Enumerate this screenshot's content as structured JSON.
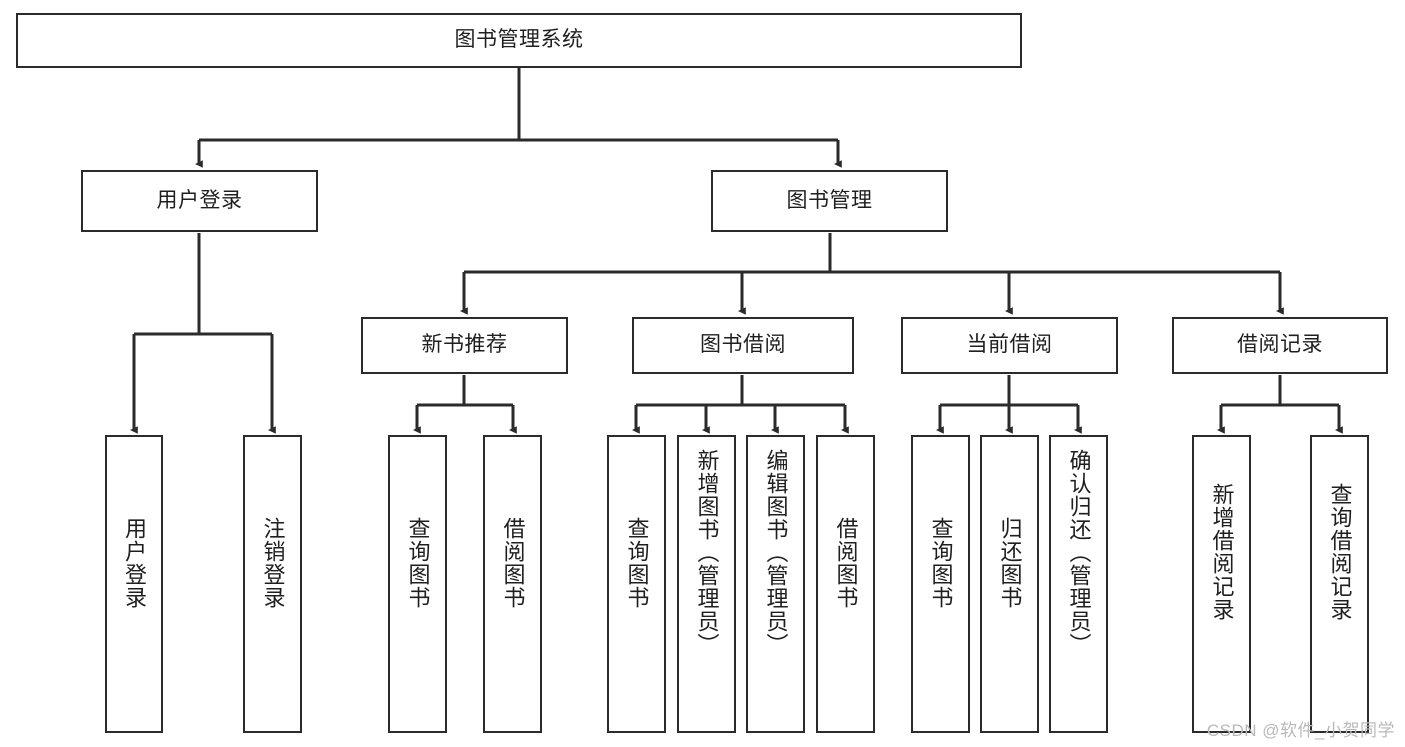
{
  "diagram": {
    "title": "图书管理系统",
    "type": "hierarchy-tree",
    "watermark": "CSDN @软件_小贺同学",
    "colors": {
      "stroke": "#2b2b2b",
      "fill": "#ffffff",
      "text": "#1f1f1f",
      "watermark": "#b9b9b9"
    },
    "nodes": {
      "root": {
        "label": "图书管理系统"
      },
      "level2": [
        {
          "label": "用户登录"
        },
        {
          "label": "图书管理"
        }
      ],
      "level3": [
        {
          "label": "新书推荐"
        },
        {
          "label": "图书借阅"
        },
        {
          "label": "当前借阅"
        },
        {
          "label": "借阅记录"
        }
      ],
      "leaves": {
        "user_login": [
          {
            "label": "用户登录"
          },
          {
            "label": "注销登录"
          }
        ],
        "new_book_recommend": [
          {
            "label": "查询图书"
          },
          {
            "label": "借阅图书"
          }
        ],
        "book_borrow": [
          {
            "label": "查询图书"
          },
          {
            "label": "新增图书（管理员）"
          },
          {
            "label": "编辑图书（管理员）"
          },
          {
            "label": "借阅图书"
          }
        ],
        "current_borrow": [
          {
            "label": "查询图书"
          },
          {
            "label": "归还图书"
          },
          {
            "label": "确认归还（管理员）"
          }
        ],
        "borrow_record": [
          {
            "label": "新增借阅记录"
          },
          {
            "label": "查询借阅记录"
          }
        ]
      }
    }
  }
}
